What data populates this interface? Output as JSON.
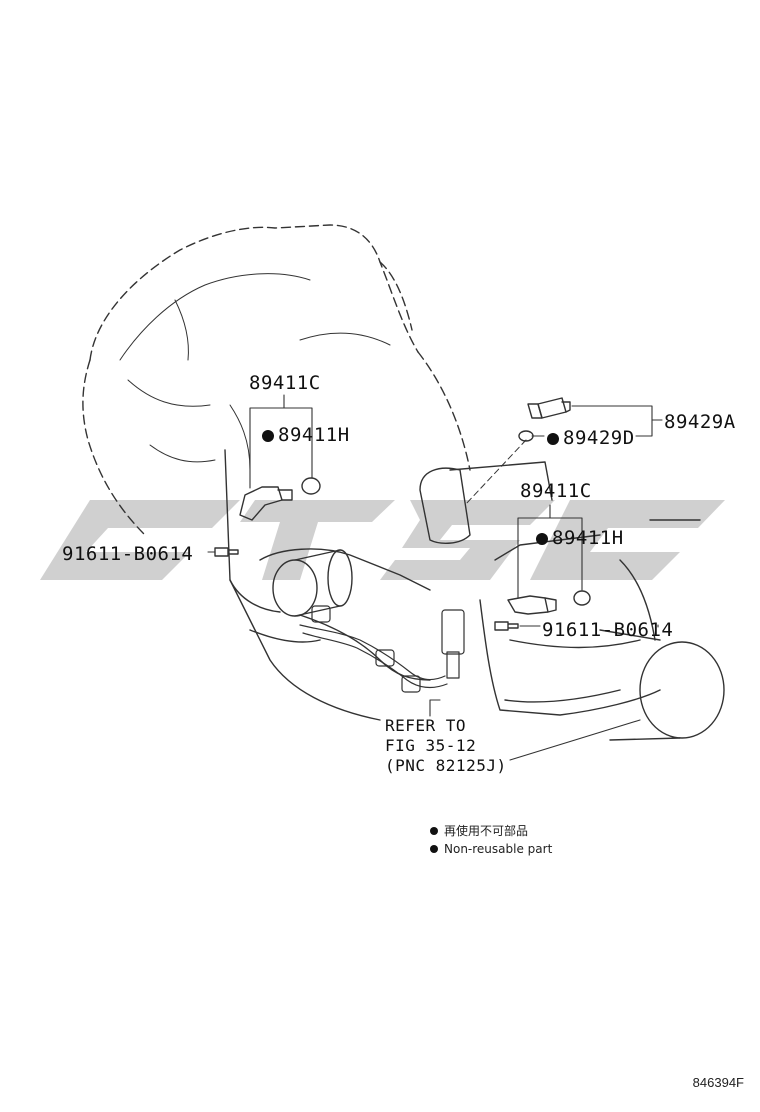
{
  "callouts": {
    "left_sensor_assy": "89411C",
    "left_oring": "89411H",
    "left_bolt": "91611-B0614",
    "right_sensor_assy": "89411C",
    "right_oring": "89411H",
    "right_bolt": "91611-B0614",
    "switch_assy": "89429A",
    "switch_gasket": "89429D"
  },
  "reference_note": {
    "line1": "REFER TO",
    "line2": "FIG 35-12",
    "line3": "(PNC 82125J)"
  },
  "legend": {
    "japanese": "再使用不可部品",
    "english": "Non-reusable part"
  },
  "figure_number": "846394F",
  "watermark_color": "#c8c8c8"
}
